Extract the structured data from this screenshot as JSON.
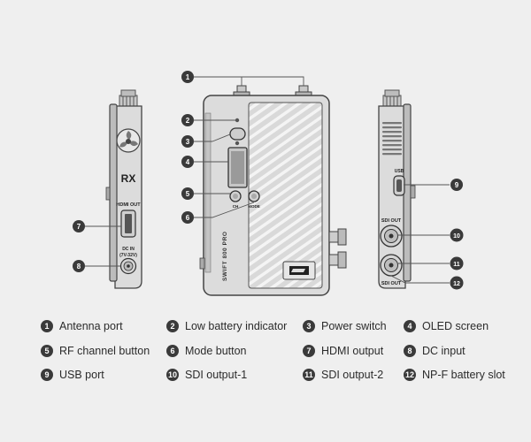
{
  "device": {
    "left_logo": "RX",
    "hdmi_label": "HDMI OUT",
    "dc_label_line1": "DC IN",
    "dc_label_line2": "(7V-32V)",
    "ch_label": "CH",
    "mode_label": "MODE",
    "product_name": "SWIFT 800 PRO",
    "usb_label": "USB",
    "sdi_out_top": "SDI OUT",
    "sdi_out_bottom": "SDI OUT"
  },
  "callouts": [
    "1",
    "2",
    "3",
    "4",
    "5",
    "6",
    "7",
    "8",
    "9",
    "10",
    "11",
    "12"
  ],
  "legend": [
    {
      "num": "1",
      "label": "Antenna port"
    },
    {
      "num": "2",
      "label": "Low battery indicator"
    },
    {
      "num": "3",
      "label": "Power switch"
    },
    {
      "num": "4",
      "label": "OLED screen"
    },
    {
      "num": "5",
      "label": "RF channel button"
    },
    {
      "num": "6",
      "label": "Mode button"
    },
    {
      "num": "7",
      "label": "HDMI output"
    },
    {
      "num": "8",
      "label": "DC input"
    },
    {
      "num": "9",
      "label": "USB port"
    },
    {
      "num": "10",
      "label": "SDI output-1"
    },
    {
      "num": "11",
      "label": "SDI output-2"
    },
    {
      "num": "12",
      "label": "NP-F battery slot"
    }
  ]
}
